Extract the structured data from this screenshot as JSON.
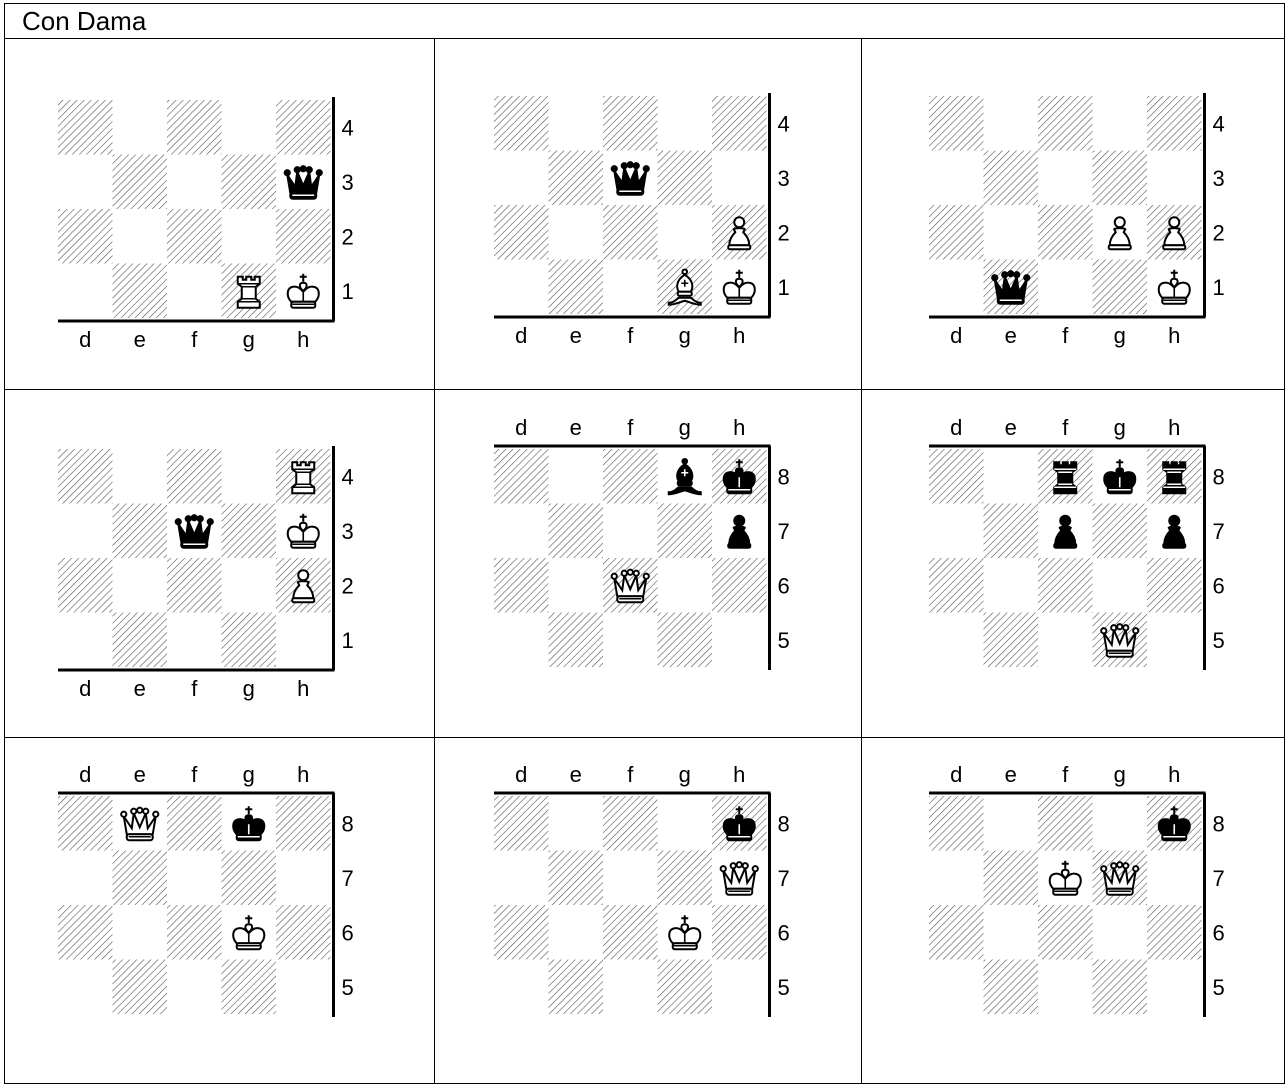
{
  "title": "Con Dama",
  "diagrams": [
    {
      "files": [
        "d",
        "e",
        "f",
        "g",
        "h"
      ],
      "ranks": [
        "4",
        "3",
        "2",
        "1"
      ],
      "files_at": "bottom",
      "pieces": [
        {
          "square": "h3",
          "type": "queen",
          "color": "black"
        },
        {
          "square": "g1",
          "type": "rook",
          "color": "white"
        },
        {
          "square": "h1",
          "type": "king",
          "color": "white"
        }
      ]
    },
    {
      "files": [
        "d",
        "e",
        "f",
        "g",
        "h"
      ],
      "ranks": [
        "4",
        "3",
        "2",
        "1"
      ],
      "files_at": "bottom",
      "pieces": [
        {
          "square": "f3",
          "type": "queen",
          "color": "black"
        },
        {
          "square": "h2",
          "type": "pawn",
          "color": "white"
        },
        {
          "square": "g1",
          "type": "bishop",
          "color": "white"
        },
        {
          "square": "h1",
          "type": "king",
          "color": "white"
        }
      ]
    },
    {
      "files": [
        "d",
        "e",
        "f",
        "g",
        "h"
      ],
      "ranks": [
        "4",
        "3",
        "2",
        "1"
      ],
      "files_at": "bottom",
      "pieces": [
        {
          "square": "g2",
          "type": "pawn",
          "color": "white"
        },
        {
          "square": "h2",
          "type": "pawn",
          "color": "white"
        },
        {
          "square": "e1",
          "type": "queen",
          "color": "black"
        },
        {
          "square": "h1",
          "type": "king",
          "color": "white"
        }
      ]
    },
    {
      "files": [
        "d",
        "e",
        "f",
        "g",
        "h"
      ],
      "ranks": [
        "4",
        "3",
        "2",
        "1"
      ],
      "files_at": "bottom",
      "pieces": [
        {
          "square": "h4",
          "type": "rook",
          "color": "white"
        },
        {
          "square": "f3",
          "type": "queen",
          "color": "black"
        },
        {
          "square": "h3",
          "type": "king",
          "color": "white"
        },
        {
          "square": "h2",
          "type": "pawn",
          "color": "white"
        }
      ]
    },
    {
      "files": [
        "d",
        "e",
        "f",
        "g",
        "h"
      ],
      "ranks": [
        "8",
        "7",
        "6",
        "5"
      ],
      "files_at": "top",
      "pieces": [
        {
          "square": "g8",
          "type": "bishop",
          "color": "black"
        },
        {
          "square": "h8",
          "type": "king",
          "color": "black"
        },
        {
          "square": "h7",
          "type": "pawn",
          "color": "black"
        },
        {
          "square": "f6",
          "type": "queen",
          "color": "white"
        }
      ]
    },
    {
      "files": [
        "d",
        "e",
        "f",
        "g",
        "h"
      ],
      "ranks": [
        "8",
        "7",
        "6",
        "5"
      ],
      "files_at": "top",
      "pieces": [
        {
          "square": "f8",
          "type": "rook",
          "color": "black"
        },
        {
          "square": "g8",
          "type": "king",
          "color": "black"
        },
        {
          "square": "h8",
          "type": "rook",
          "color": "black"
        },
        {
          "square": "f7",
          "type": "pawn",
          "color": "black"
        },
        {
          "square": "h7",
          "type": "pawn",
          "color": "black"
        },
        {
          "square": "g5",
          "type": "queen",
          "color": "white"
        }
      ]
    },
    {
      "files": [
        "d",
        "e",
        "f",
        "g",
        "h"
      ],
      "ranks": [
        "8",
        "7",
        "6",
        "5"
      ],
      "files_at": "top",
      "pieces": [
        {
          "square": "e8",
          "type": "queen",
          "color": "white"
        },
        {
          "square": "g8",
          "type": "king",
          "color": "black"
        },
        {
          "square": "g6",
          "type": "king",
          "color": "white"
        }
      ]
    },
    {
      "files": [
        "d",
        "e",
        "f",
        "g",
        "h"
      ],
      "ranks": [
        "8",
        "7",
        "6",
        "5"
      ],
      "files_at": "top",
      "pieces": [
        {
          "square": "h8",
          "type": "king",
          "color": "black"
        },
        {
          "square": "h7",
          "type": "queen",
          "color": "white"
        },
        {
          "square": "g6",
          "type": "king",
          "color": "white"
        }
      ]
    },
    {
      "files": [
        "d",
        "e",
        "f",
        "g",
        "h"
      ],
      "ranks": [
        "8",
        "7",
        "6",
        "5"
      ],
      "files_at": "top",
      "pieces": [
        {
          "square": "h8",
          "type": "king",
          "color": "black"
        },
        {
          "square": "f7",
          "type": "king",
          "color": "white"
        },
        {
          "square": "g7",
          "type": "queen",
          "color": "white"
        }
      ]
    }
  ]
}
